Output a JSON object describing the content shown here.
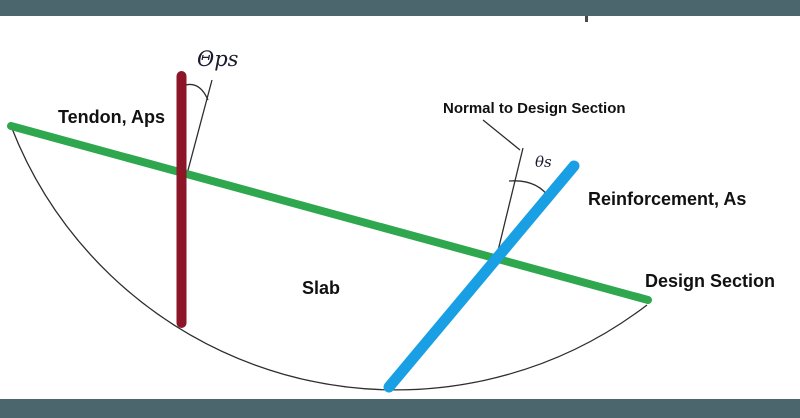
{
  "labels": {
    "theta_ps": "Θps",
    "tendon": "Tendon, Aps",
    "normal_to_design_section": "Normal to Design Section",
    "theta_s": "θs",
    "reinforcement": "Reinforcement, As",
    "slab": "Slab",
    "design_section": "Design Section"
  },
  "colors": {
    "frame_bar": "#4C666E",
    "tick_mark": "#4a4a4a",
    "tendon_bar": "#8C1628",
    "design_section_line": "#2EA74E",
    "reinforcement_line": "#199FE3",
    "thin_line": "#2e2e2e"
  }
}
